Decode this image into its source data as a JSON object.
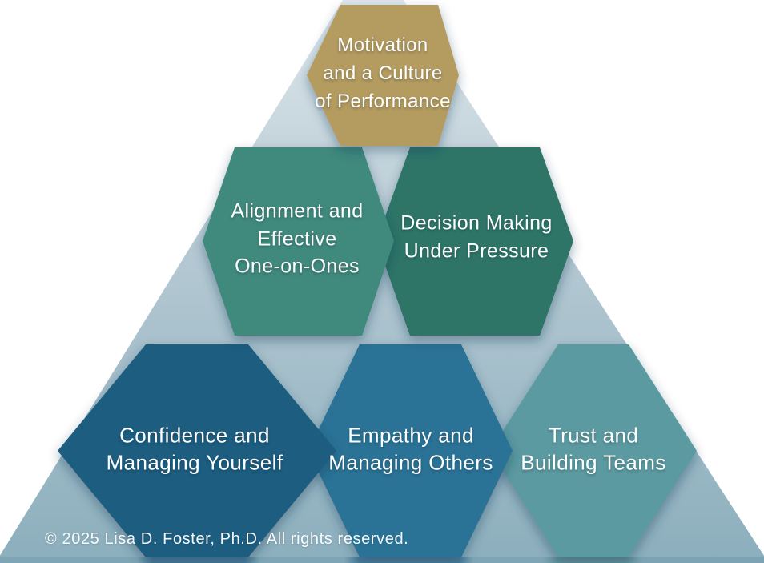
{
  "diagram": {
    "title_semantic": "Leadership skills pyramid",
    "copyright": "© 2025 Lisa D. Foster, Ph.D. All rights reserved.",
    "colors": {
      "triangle_top": "#e6edf0",
      "triangle_mid": "#b5c9d3",
      "triangle_bottom": "#8cafbd",
      "shadow": "#1a3a52"
    },
    "hexagons": [
      {
        "id": "motivation",
        "label": "Motivation\nand a Culture\nof Performance",
        "color": "#b49b5f"
      },
      {
        "id": "alignment",
        "label": "Alignment and\nEffective\nOne-on-Ones",
        "color": "#3f897d"
      },
      {
        "id": "decision",
        "label": "Decision Making\nUnder Pressure",
        "color": "#2e7568"
      },
      {
        "id": "confidence",
        "label": "Confidence and\nManaging Yourself",
        "color": "#1d5d80"
      },
      {
        "id": "empathy",
        "label": "Empathy and\nManaging Others",
        "color": "#2b7396"
      },
      {
        "id": "trust",
        "label": "Trust and\nBuilding Teams",
        "color": "#5b9aa1"
      }
    ]
  }
}
